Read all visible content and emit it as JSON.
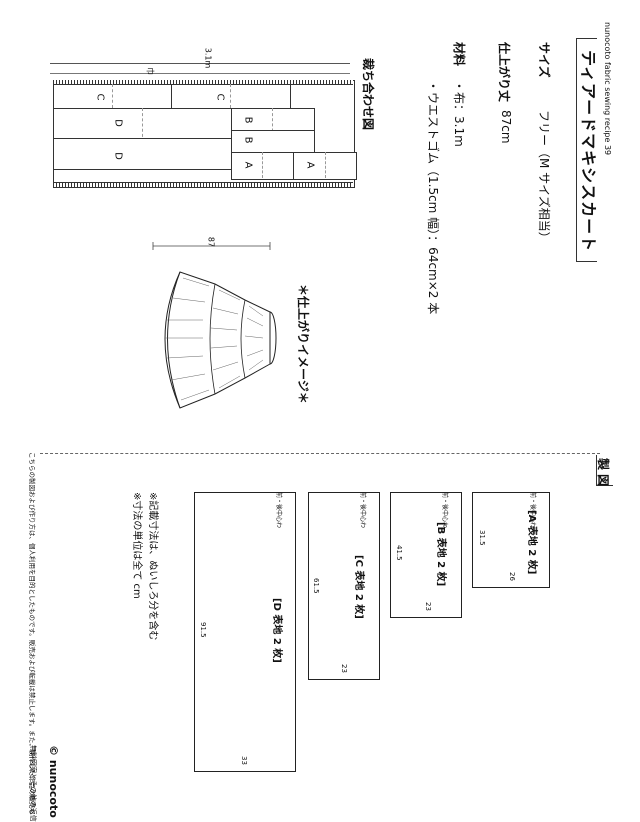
{
  "header": {
    "series": "nunocoto fabric sewing recipe 39",
    "title": "ティアードマキシスカート"
  },
  "specs": {
    "size_label": "サイズ",
    "size_value": "フリー（M サイズ相当）",
    "length_label": "仕上がり丈",
    "length_value": "87cm",
    "material_label": "材料",
    "material_fabric": "・布：3.1m",
    "material_elastic": "・ウエストゴム（1.5cm 幅）：64cm×2 本"
  },
  "layout_diagram": {
    "title": "裁ち合わせ図",
    "length_label": "3.1m",
    "width_label": "巾",
    "pieces": [
      "C",
      "C",
      "D",
      "D",
      "B",
      "B",
      "A",
      "A"
    ]
  },
  "image_section": {
    "title": "＊仕上がりイメージ＊",
    "dimension": "87"
  },
  "pattern_section": {
    "title": "製 図",
    "fold_label": "前・後中心わ",
    "pieces": [
      {
        "name": "[A 表地 2 枚]",
        "height": "31.5",
        "width": "26"
      },
      {
        "name": "[B 表地 2 枚]",
        "height": "41.5",
        "width": "23"
      },
      {
        "name": "[C 表地 2 枚]",
        "height": "61.5",
        "width": "23"
      },
      {
        "name": "[D 表地 2 枚]",
        "height": "91.5",
        "width": "33"
      }
    ],
    "note1": "※記載寸法は、ぬいしろ分を含む",
    "note2": "※寸法の単位は全て cm"
  },
  "footer": {
    "disclaimer": "こちらの製図および作り方は、個人利用を目的としたものです。販売および転載は禁止します。また、制作した作品の販売も",
    "brand": "© nunocoto",
    "notice": "無料図案とその他の返信"
  }
}
